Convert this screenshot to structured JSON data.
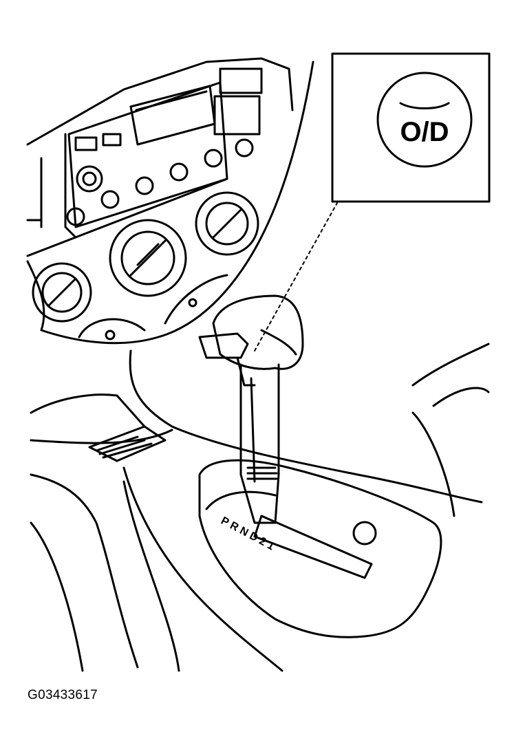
{
  "figure": {
    "button_label": "O/D",
    "gate_letters": "P R N D 2 1",
    "caption": "G03433617"
  },
  "colors": {
    "ink": "#000000",
    "paper": "#ffffff"
  }
}
